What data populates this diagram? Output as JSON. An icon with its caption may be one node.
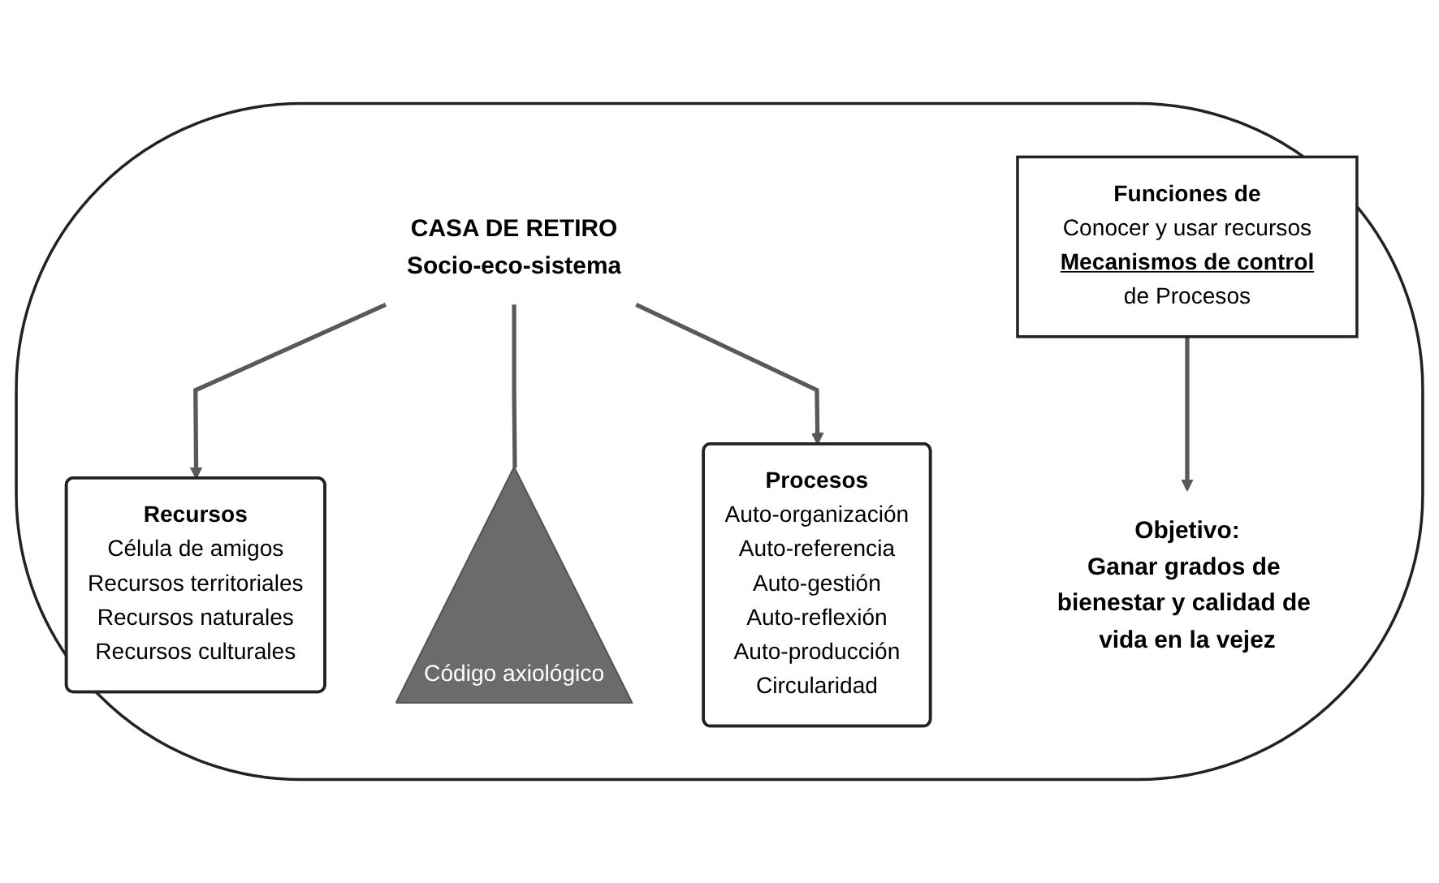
{
  "diagram": {
    "nodes": [
      {
        "text": [],
        "shape": "ellipse"
      },
      {
        "text": [
          "CASA DE RETIRO",
          "Socio-eco-sistema"
        ],
        "in": 0
      },
      {
        "text": [
          "Recursos",
          "Célula de amigos",
          "Recursos territoriales",
          "Recursos naturales",
          "Recursos culturales"
        ],
        "in": 0
      },
      {
        "text": [
          "Código axiológico"
        ],
        "in": 0
      },
      {
        "text": [
          "Funciones de",
          "Conocer y usar recursos",
          "Mecanismos de control",
          "de Procesos"
        ],
        "in": 0
      },
      {
        "text": [
          "Procesos",
          "Auto-organización",
          "Auto-referencia",
          "Auto-gestión",
          "Auto-reflexión",
          "Auto-producción",
          "Circularidad"
        ],
        "in": 0
      },
      {
        "text": [
          "Objetivo:",
          "Ganar grados de bienestar y calidad de vida en la vejez"
        ],
        "in": 0
      }
    ],
    "edges": [
      {
        "from": 1,
        "to": 2,
        "arrow": "to"
      },
      {
        "from": 1,
        "to": 3,
        "arrow": "none"
      },
      {
        "from": 1,
        "to": 5,
        "arrow": "to"
      },
      {
        "from": 4,
        "to": 6,
        "arrow": "to"
      }
    ]
  }
}
